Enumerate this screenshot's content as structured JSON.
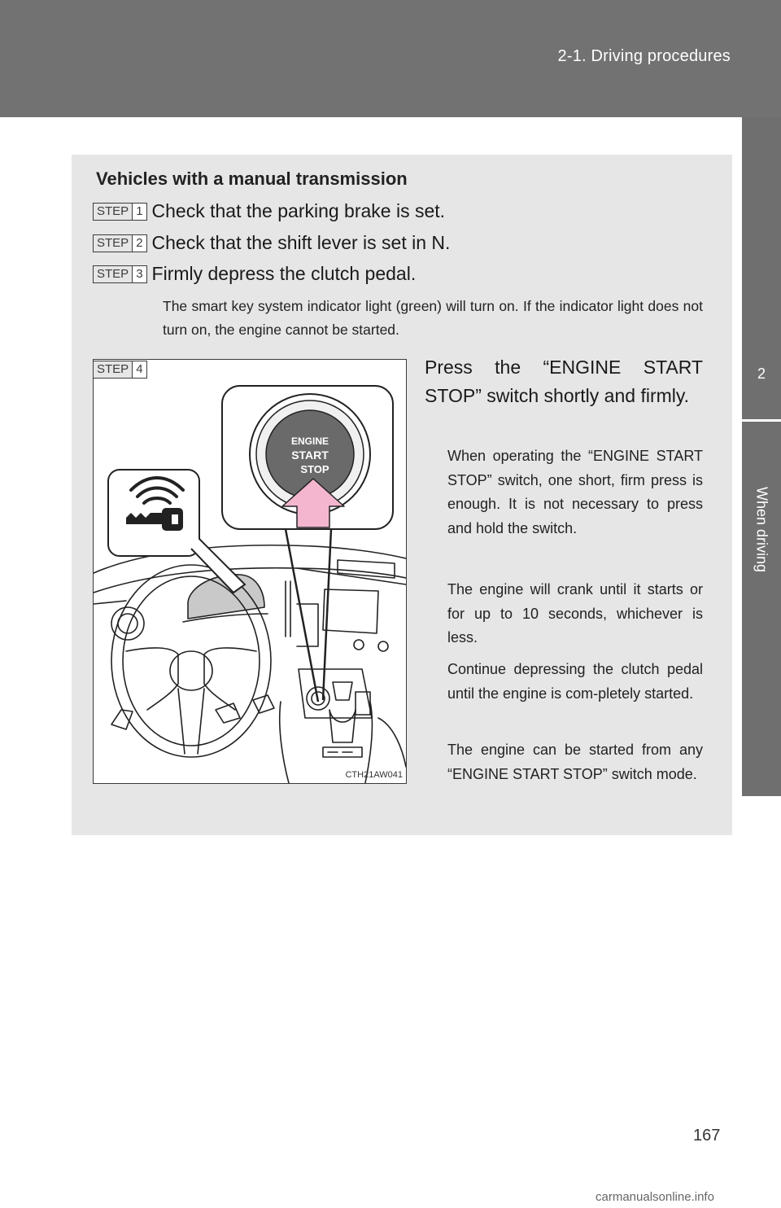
{
  "header": {
    "title": "2-1. Driving procedures"
  },
  "side_tab": {
    "chapter_number": "2",
    "chapter_label": "When driving"
  },
  "section": {
    "heading": "Vehicles with a manual transmission",
    "step_label": "STEP",
    "steps": [
      {
        "number": "1",
        "text": "Check that the parking brake is set."
      },
      {
        "number": "2",
        "text": "Check that the shift lever is set in N."
      },
      {
        "number": "3",
        "text": "Firmly depress the clutch pedal."
      },
      {
        "number": "4",
        "text": "Press the “ENGINE START STOP” switch shortly and firmly."
      }
    ],
    "step3_note": "The smart key system indicator light (green) will turn on. If the indicator light does not turn on, the engine cannot be started.",
    "step4_notes": [
      "When operating the “ENGINE START STOP” switch, one short, firm press is enough. It is not necessary to press and hold the switch.",
      "The engine will crank until it starts or for up to 10 seconds, whichever is less.",
      "Continue depressing the clutch pedal until the engine is com-pletely started.",
      "The engine can be started from any “ENGINE START STOP” switch mode."
    ]
  },
  "figure": {
    "code": "CTH21AW041",
    "button_lines": [
      "ENGINE",
      "START",
      "STOP"
    ],
    "colors": {
      "arrow": "#f4b6cf",
      "line": "#222222"
    },
    "icons": [
      "smart-key-indicator-icon",
      "push-arrow-icon"
    ]
  },
  "footer": {
    "page_number": "167",
    "watermark": "carmanualsonline.info"
  }
}
